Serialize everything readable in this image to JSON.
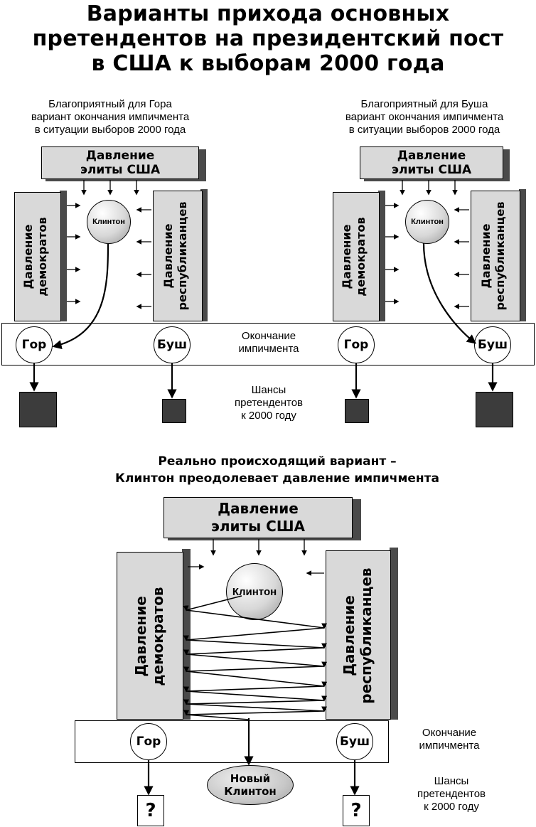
{
  "title": {
    "line1": "Варианты прихода основных",
    "line2": "претендентов на президентский пост",
    "line3": "в США к выборам 2000 года"
  },
  "scenario_left": {
    "caption": [
      "Благоприятный для Гора",
      "вариант окончания импичмента",
      "в ситуации выборов 2000 года"
    ],
    "elite_box": [
      "Давление",
      "элиты США"
    ],
    "dem_box": [
      "Давление",
      "демократов"
    ],
    "rep_box": [
      "Давление",
      "республиканцев"
    ],
    "clinton": "Клинтон",
    "gore": "Гор",
    "bush": "Буш"
  },
  "scenario_right": {
    "caption": [
      "Благоприятный для Буша",
      "вариант окончания импичмента",
      "в ситуации выборов 2000 года"
    ],
    "elite_box": [
      "Давление",
      "элиты США"
    ],
    "dem_box": [
      "Давление",
      "демократов"
    ],
    "rep_box": [
      "Давление",
      "республиканцев"
    ],
    "clinton": "Клинтон",
    "gore": "Гор",
    "bush": "Буш"
  },
  "top_center": {
    "impeachment_end": [
      "Окончание",
      "импичмента"
    ],
    "chances": [
      "Шансы",
      "претендентов",
      "к 2000 году"
    ]
  },
  "real_scenario": {
    "subtitle": [
      "Реально происходящий вариант –",
      "Клинтон преодолевает давление импичмента"
    ],
    "elite_box": [
      "Давление",
      "элиты США"
    ],
    "dem_box": [
      "Давление",
      "демократов"
    ],
    "rep_box": [
      "Давление",
      "республиканцев"
    ],
    "clinton": "Клинтон",
    "gore": "Гор",
    "bush": "Буш",
    "impeachment_end": [
      "Окончание",
      "импичмента"
    ],
    "new_clinton": [
      "Новый",
      "Клинтон"
    ],
    "chances": [
      "Шансы",
      "претендентов",
      "к 2000 году"
    ],
    "unknown_mark": "?"
  },
  "colors": {
    "box_fill": "#d9d9d9",
    "box_shadow": "#4a4a4a",
    "chance_fill": "#3c3c3c"
  }
}
